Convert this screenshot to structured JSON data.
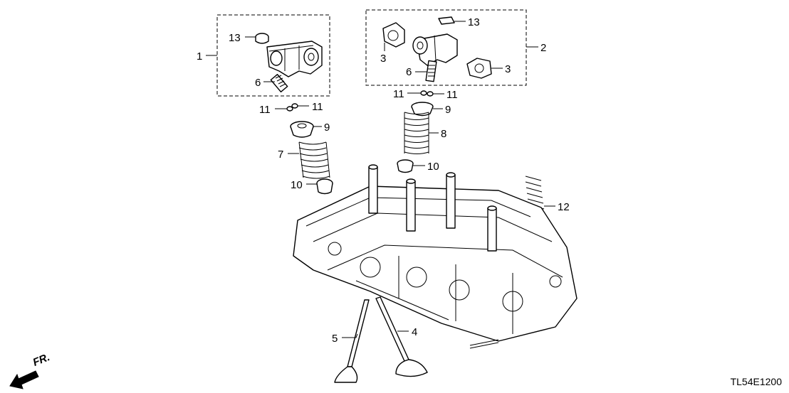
{
  "drawing_code": "TL54E1200",
  "direction_label": "FR.",
  "callouts": {
    "c1": "1",
    "c2": "2",
    "c3a": "3",
    "c3b": "3",
    "c4": "4",
    "c5": "5",
    "c6a": "6",
    "c6b": "6",
    "c7": "7",
    "c8": "8",
    "c9a": "9",
    "c9b": "9",
    "c10a": "10",
    "c10b": "10",
    "c11a": "11",
    "c11b": "11",
    "c11c": "11",
    "c11d": "11",
    "c12": "12",
    "c13a": "13",
    "c13b": "13"
  }
}
